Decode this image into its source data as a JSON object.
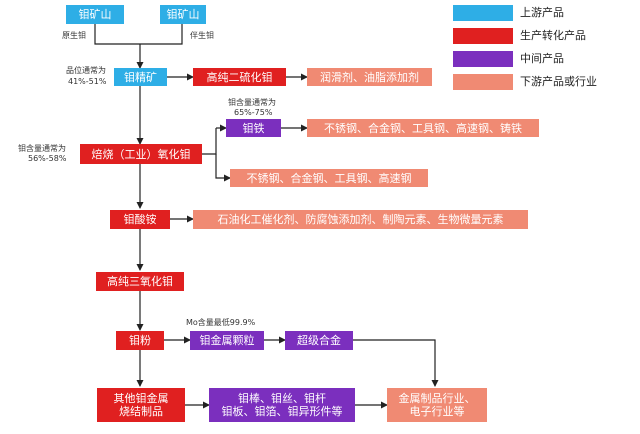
{
  "colors": {
    "upstream": "#2eaee6",
    "production": "#e02020",
    "intermediate": "#7b2fbe",
    "downstream": "#f08a73",
    "line": "#222222"
  },
  "legend": {
    "upstream": "上游产品",
    "production": "生产转化产品",
    "intermediate": "中间产品",
    "downstream": "下游产品或行业"
  },
  "nodes": {
    "mine_left": "钼矿山",
    "mine_right": "钼矿山",
    "concentrate": "钼精矿",
    "high_pure_mos2": "高纯二硫化钼",
    "lubricant_use": "润滑剂、油脂添加剂",
    "roasted_oxide": "焙烧（工业）氧化钼",
    "ferro_moly": "钼铁",
    "ferro_uses": "不锈钢、合金钢、工具钢、高速钢、铸铁",
    "oxide_uses": "不锈钢、合金钢、工具钢、高速钢",
    "ammonium_molybdate": "钼酸铵",
    "ammonium_uses": "石油化工催化剂、防腐蚀添加剂、制陶元素、生物微量元素",
    "high_pure_moo3": "高纯三氧化钼",
    "moly_powder": "钼粉",
    "moly_metal_particles": "钼金属颗粒",
    "superalloy": "超级合金",
    "sintered_line1": "其他钼金属",
    "sintered_line2": "烧结制品",
    "processed_line1": "钼棒、钼丝、钼杆",
    "processed_line2": "钼板、钼箔、钼异形件等",
    "industry_line1": "金属制品行业、",
    "industry_line2": "电子行业等"
  },
  "notes": {
    "primary_mo": "原生钼",
    "associated_mo": "伴生钼",
    "grade_label": "品位通常为",
    "grade_value": "41%-51%",
    "ferro_label": "钼含量通常为",
    "ferro_value": "65%-75%",
    "oxide_label": "钼含量通常为",
    "oxide_value": "56%-58%",
    "purity": "Mo含量最低99.9%"
  }
}
